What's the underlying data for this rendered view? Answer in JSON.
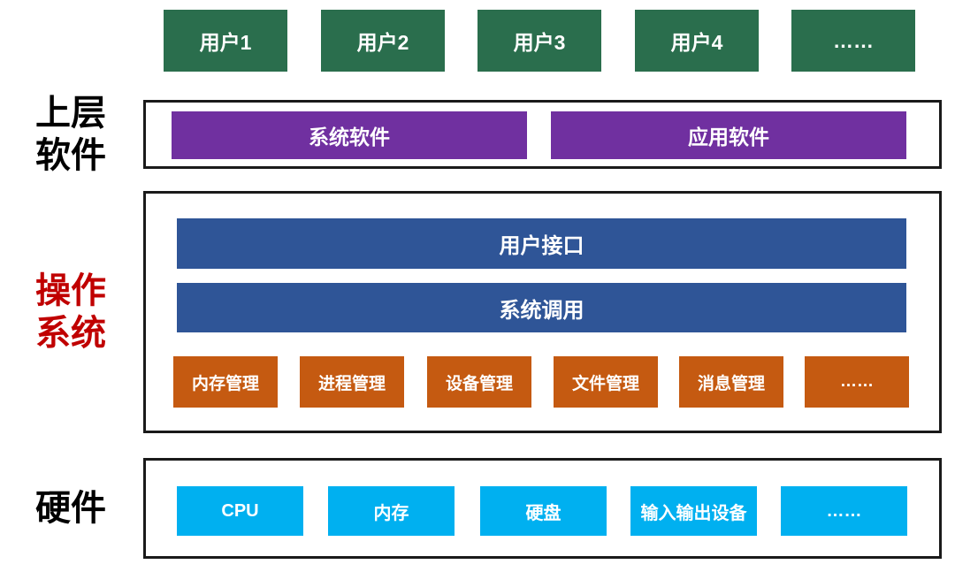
{
  "colors": {
    "user_box_green": "#2A6E4D",
    "software_purple": "#7030A0",
    "os_bar_dark_blue": "#2F5597",
    "os_module_orange": "#C55A11",
    "hardware_light_blue": "#00B0F0",
    "os_label_red": "#C00000",
    "frame_border_black": "#1a1a1a"
  },
  "users": {
    "boxes": [
      "用户1",
      "用户2",
      "用户3",
      "用户4",
      "……"
    ]
  },
  "upper_software": {
    "label_line1": "上层",
    "label_line2": "软件",
    "boxes": [
      "系统软件",
      "应用软件"
    ]
  },
  "os": {
    "label_line1": "操作",
    "label_line2": "系统",
    "bars": [
      "用户接口",
      "系统调用"
    ],
    "modules": [
      "内存管理",
      "进程管理",
      "设备管理",
      "文件管理",
      "消息管理",
      "……"
    ]
  },
  "hardware": {
    "label": "硬件",
    "boxes": [
      "CPU",
      "内存",
      "硬盘",
      "输入输出设备",
      "……"
    ]
  }
}
